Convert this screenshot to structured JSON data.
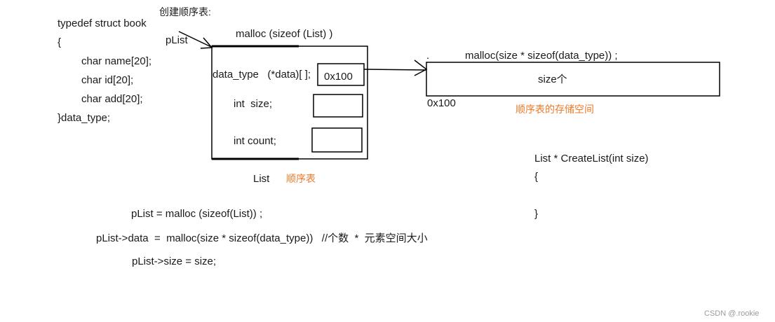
{
  "struct_def": {
    "line1": "typedef struct book",
    "line2": "{",
    "line3": "char name[20];",
    "line4": "char id[20];",
    "line5": "char add[20];",
    "line6": "}data_type;"
  },
  "create_title": "创建顺序表:",
  "plist_label": "pList",
  "malloc_list_label": "malloc (sizeof (List) )",
  "list_box": {
    "field_data": "data_type   (*data)[ ];",
    "field_data_value": "0x100",
    "field_size": "int  size;",
    "field_count": "int count;",
    "caption": "List",
    "caption_cn": "顺序表"
  },
  "storage": {
    "malloc_label": "malloc(size * sizeof(data_type)) ;",
    "dot": ".",
    "box_text": "size个",
    "address": "0x100",
    "caption_cn": "顺序表的存储空间"
  },
  "code": {
    "line1": "pList = malloc (sizeof(List)) ;",
    "line2": "pList->data  =  malloc(size * sizeof(data_type))   //个数  *  元素空间大小",
    "line3": "pList->size = size;"
  },
  "func": {
    "line1": "List * CreateList(int size)",
    "line2": "{",
    "line3": "}"
  },
  "watermark": "CSDN @.rookie",
  "colors": {
    "annotation": "#ee7a2a",
    "line": "#000000"
  }
}
